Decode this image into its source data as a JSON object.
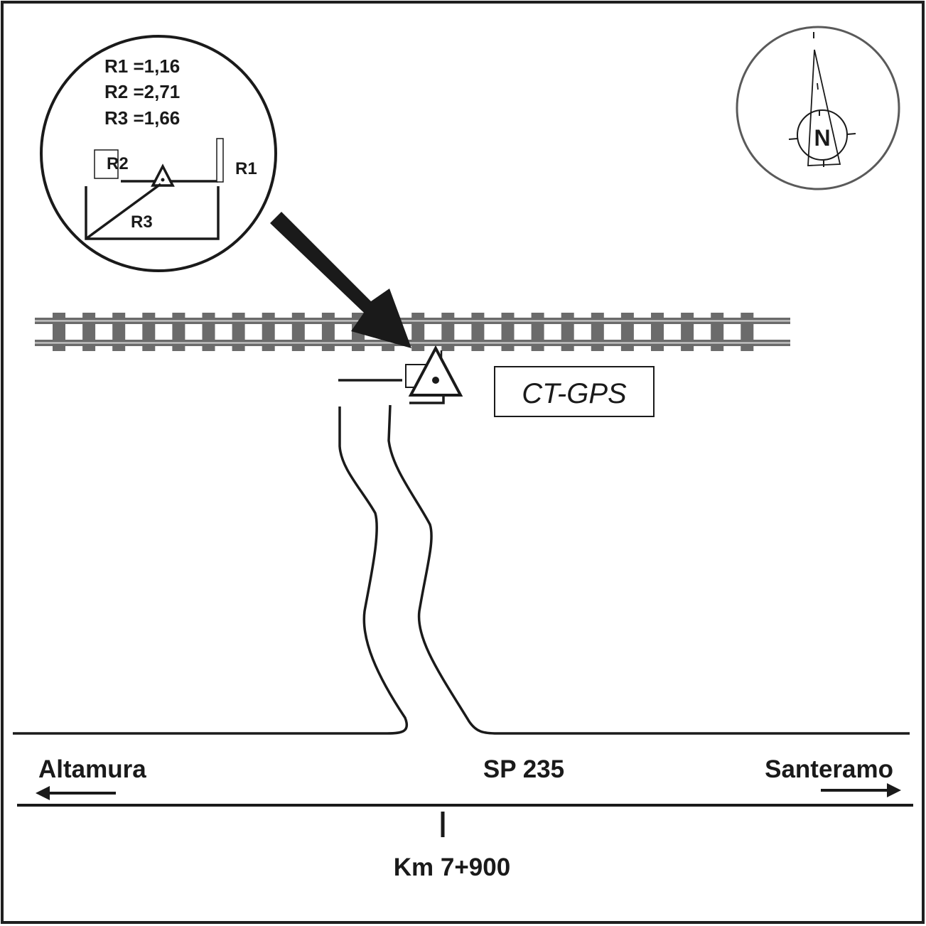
{
  "inset": {
    "measurements": [
      {
        "label": "R1 =1,16"
      },
      {
        "label": "R2 =2,71"
      },
      {
        "label": "R3 =1,66"
      }
    ],
    "sketch_labels": {
      "r1": "R1",
      "r2": "R2",
      "r3": "R3"
    }
  },
  "compass": {
    "north_label": "N"
  },
  "station": {
    "name": "CT-GPS"
  },
  "road": {
    "name": "SP 235",
    "left_destination": "Altamura",
    "right_destination": "Santeramo",
    "kilometer_marker": "Km 7+900"
  },
  "colors": {
    "ink": "#1a1a1a",
    "track_gray": "#6b6b6b",
    "rail_light": "#d0d0d0",
    "compass_ring": "#5a5a5a"
  }
}
